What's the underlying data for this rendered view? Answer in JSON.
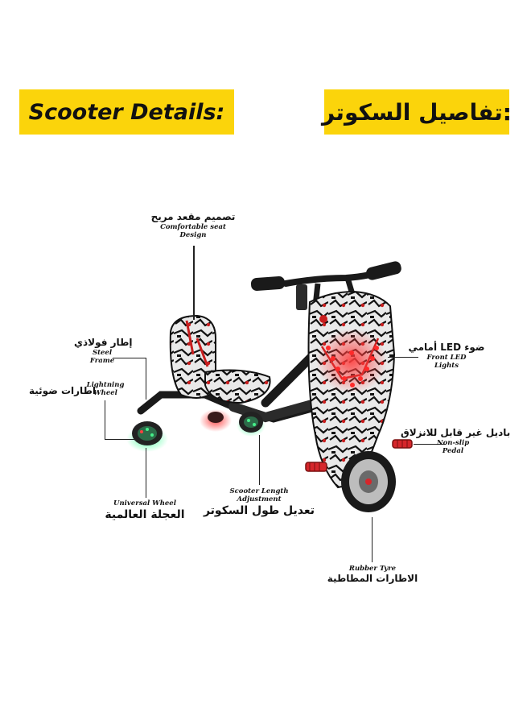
{
  "banners": {
    "english": "Scooter Details:",
    "arabic": "تفاصيل السكوتر:"
  },
  "labels": {
    "seat": {
      "arabic": "تصميم مقعد مريح",
      "english_line1": "Comfortable seat",
      "english_line2": "Design"
    },
    "steel_frame": {
      "arabic": "إطار فولاذي",
      "english_line1": "Steel",
      "english_line2": "Frame"
    },
    "lightning_wheel": {
      "arabic": "اطارات ضوئية",
      "english_line1": "Lightning",
      "english_line2": "Wheel"
    },
    "front_led": {
      "arabic": "أمامي LED ضوء",
      "english_line1": "Front LED",
      "english_line2": "Lights"
    },
    "pedal": {
      "arabic": "باديل غير قابل للانزلاق",
      "english_line1": "Non-slip",
      "english_line2": "Pedal"
    },
    "universal_wheel": {
      "english": "Universal Wheel",
      "arabic": "العجلة العالمية"
    },
    "length_adjust": {
      "english_line1": "Scooter Length",
      "english_line2": "Adjustment",
      "arabic": "تعديل طول السكوتر"
    },
    "rubber_tyre": {
      "english": "Rubber Tyre",
      "arabic": "الاطارات المطاطية"
    }
  },
  "colors": {
    "banner": "#fbd40b",
    "frame": "#1a1a1a",
    "led_red": "#ff2a2a",
    "led_green": "#39e07a",
    "pedal_red": "#d6262b"
  }
}
